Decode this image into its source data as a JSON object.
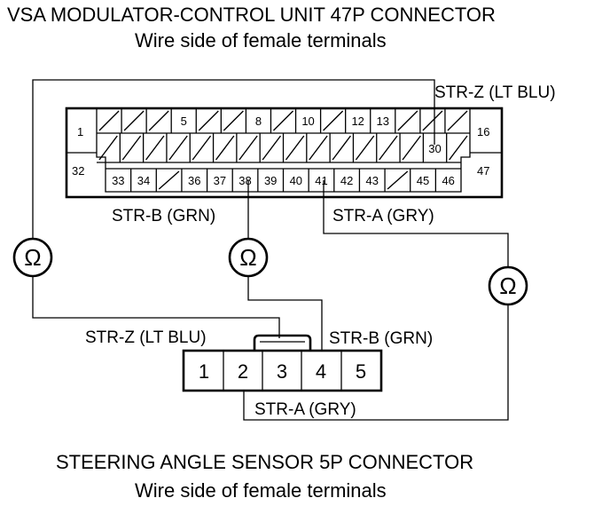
{
  "vsa_connector": {
    "title": "VSA MODULATOR-CONTROL UNIT 47P CONNECTOR",
    "subtitle": "Wire side of female terminals",
    "row1": [
      "",
      "",
      "",
      "5",
      "",
      "",
      "8",
      "",
      "10",
      "",
      "12",
      "13",
      "",
      "",
      ""
    ],
    "row2": [
      "",
      "",
      "",
      "",
      "",
      "",
      "",
      "",
      "",
      "",
      "",
      "",
      "",
      "",
      "30",
      ""
    ],
    "row3": [
      "33",
      "34",
      "",
      "36",
      "37",
      "38",
      "39",
      "40",
      "41",
      "42",
      "43",
      "",
      "45",
      "46"
    ],
    "end_left_top": "1",
    "end_left_bottom": "32",
    "end_right_top": "16",
    "end_right_bottom": "47"
  },
  "steering_connector": {
    "title": "STEERING ANGLE SENSOR 5P CONNECTOR",
    "subtitle": "Wire side of female terminals",
    "pins": [
      "1",
      "2",
      "3",
      "4",
      "5"
    ]
  },
  "wires": {
    "str_z_top": "STR-Z (LT BLU)",
    "str_b_top": "STR-B (GRN)",
    "str_a_top": "STR-A (GRY)",
    "str_z_bottom": "STR-Z (LT BLU)",
    "str_b_bottom": "STR-B (GRN)",
    "str_a_bottom": "STR-A (GRY)"
  },
  "meters": {
    "symbol": "Ω"
  }
}
